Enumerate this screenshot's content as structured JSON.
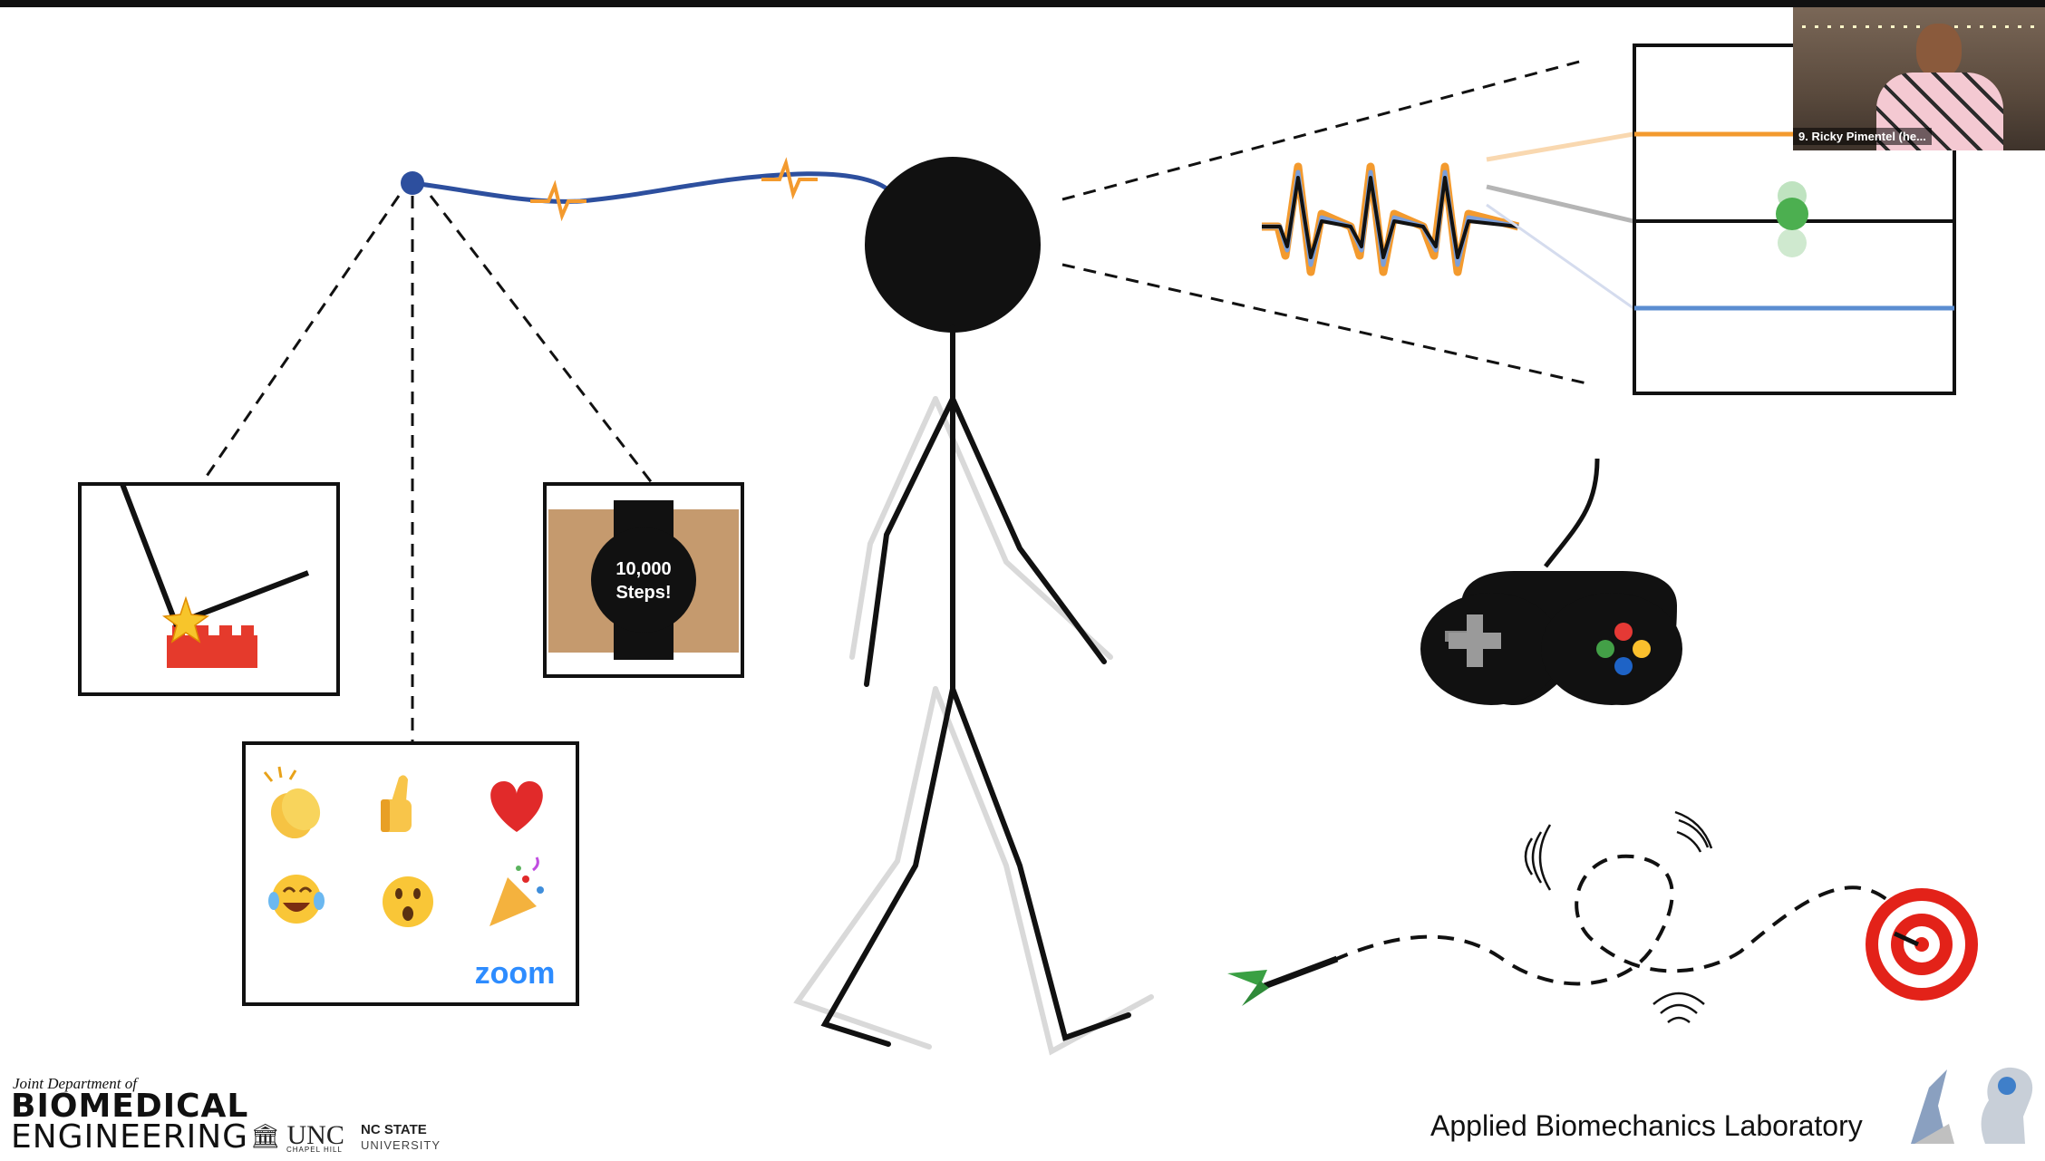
{
  "slide": {
    "watch_text_line1": "10,000",
    "watch_text_line2": "Steps!",
    "zoom_reactions": {
      "brand": "zoom",
      "icons": [
        "clapping-hands",
        "thumbs-up",
        "red-heart",
        "tears-of-joy",
        "surprised-face",
        "party-popper"
      ]
    },
    "controller_button_colors": [
      "#e53935",
      "#fbc02d",
      "#43a047",
      "#1e63c6"
    ],
    "wire_color": "#2d4f9e",
    "signal_color": "#f39a2e",
    "target_color": "#e32219",
    "dart_fletch_color": "#3aa043"
  },
  "participant": {
    "name": "9. Ricky Pimentel (he..."
  },
  "footer": {
    "dept_small": "Joint Department of",
    "dept_line1": "BIOMEDICAL",
    "dept_line2": "ENGINEERING",
    "unc": "UNC",
    "unc_sub": "CHAPEL HILL",
    "ncstate_1": "NC STATE",
    "ncstate_2": "UNIVERSITY",
    "lab_name": "Applied Biomechanics Laboratory"
  }
}
